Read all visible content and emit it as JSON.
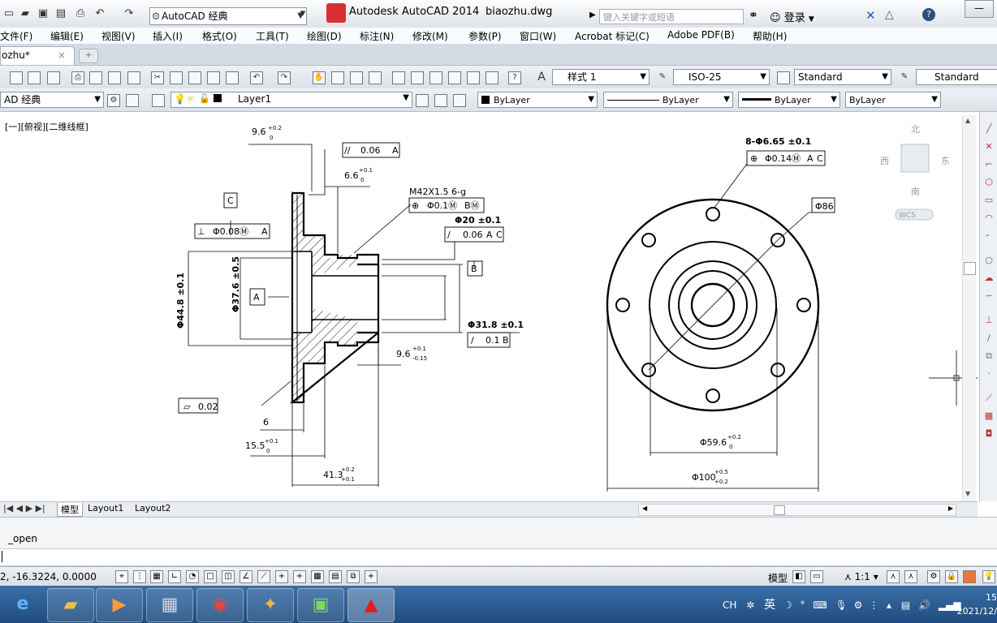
{
  "window": {
    "app_title": "Autodesk AutoCAD 2014",
    "file_name": "biaozhu.dwg",
    "workspace": "AutoCAD 经典",
    "search_placeholder": "键入关键字或短语",
    "login_label": "登录"
  },
  "menu": [
    "文件(F)",
    "编辑(E)",
    "视图(V)",
    "插入(I)",
    "格式(O)",
    "工具(T)",
    "绘图(D)",
    "标注(N)",
    "修改(M)",
    "参数(P)",
    "窗口(W)",
    "Acrobat 标记(C)",
    "Adobe PDF(B)",
    "帮助(H)"
  ],
  "doc_tab": {
    "label": "ozhu*",
    "close": "×"
  },
  "styles_toolbar": {
    "text_style": "样式 1",
    "dim_style": "ISO-25",
    "table_style": "Standard",
    "multileader_style": "Standard"
  },
  "layers_toolbar": {
    "workspace_short": "AD 经典",
    "layer": "Layer1",
    "color": "ByLayer",
    "linetype": "ByLayer",
    "lineweight": "ByLayer",
    "plotstyle": "ByLayer"
  },
  "viewport": {
    "label": "[一][俯视][二维线框]",
    "viewcube": {
      "north": "北",
      "south": "南",
      "east": "东",
      "west": "西",
      "wcs": "WCS"
    }
  },
  "drawing": {
    "side": {
      "dim_9_6": "9.6",
      "dim_9_6_tol_up": "+0.2",
      "dim_9_6_tol_dn": "0",
      "fcf_parallel_value": "0.06",
      "fcf_parallel_datum": "A",
      "dim_6_6": "6.6",
      "dim_6_6_tol_up": "+0.1",
      "dim_6_6_tol_dn": "0",
      "datum_c": "C",
      "fcf_perp_value": "Φ0.08Ⓜ",
      "fcf_perp_datum": "A",
      "thread": "M42X1.5 6-g",
      "fcf_thread_value": "Φ0.1Ⓜ",
      "fcf_thread_datum": "BⓂ",
      "dim_phi20": "Φ20 ±0.1",
      "fcf_runout_value": "0.06",
      "fcf_runout_datum_a": "A",
      "fcf_runout_datum_c": "C",
      "datum_b": "B",
      "datum_a": "A",
      "dim_phi44": "Φ44.8 ±0.1",
      "dim_phi37": "Φ37.6 ±0.5",
      "dim_phi31": "Φ31.8 ±0.1",
      "fcf_runout2_value": "0.1",
      "fcf_runout2_datum": "B",
      "dim_9_6b": "9.6",
      "dim_9_6b_tol_up": "+0.1",
      "dim_9_6b_tol_dn": "-0.15",
      "fcf_flat_value": "0.02",
      "dim_6": "6",
      "dim_15_5": "15.5",
      "dim_15_5_tol_up": "+0.1",
      "dim_15_5_tol_dn": "0",
      "dim_41_3": "41.3",
      "dim_41_3_tol_up": "+0.2",
      "dim_41_3_tol_dn": "+0.1"
    },
    "front": {
      "holes": "8-Φ6.65 ±0.1",
      "fcf_pos_value": "Φ0.14Ⓜ",
      "fcf_pos_datum_a": "A",
      "fcf_pos_datum_c": "C",
      "dim_phi86": "Φ86",
      "dim_59_6": "Φ59.6",
      "dim_59_6_tol_up": "+0.2",
      "dim_59_6_tol_dn": "0",
      "dim_100": "Φ100",
      "dim_100_tol_up": "+0.5",
      "dim_100_tol_dn": "+0.2"
    }
  },
  "layout_tabs": [
    "模型",
    "Layout1",
    "Layout2"
  ],
  "command": {
    "history": "_open",
    "prompt": ""
  },
  "status": {
    "coords": "2, -16.3224, 0.0000",
    "model_label": "模型",
    "scale": "1:1"
  },
  "taskbar": {
    "ime": "CH",
    "lang": "英",
    "time": "15",
    "date": "2021/12/"
  }
}
